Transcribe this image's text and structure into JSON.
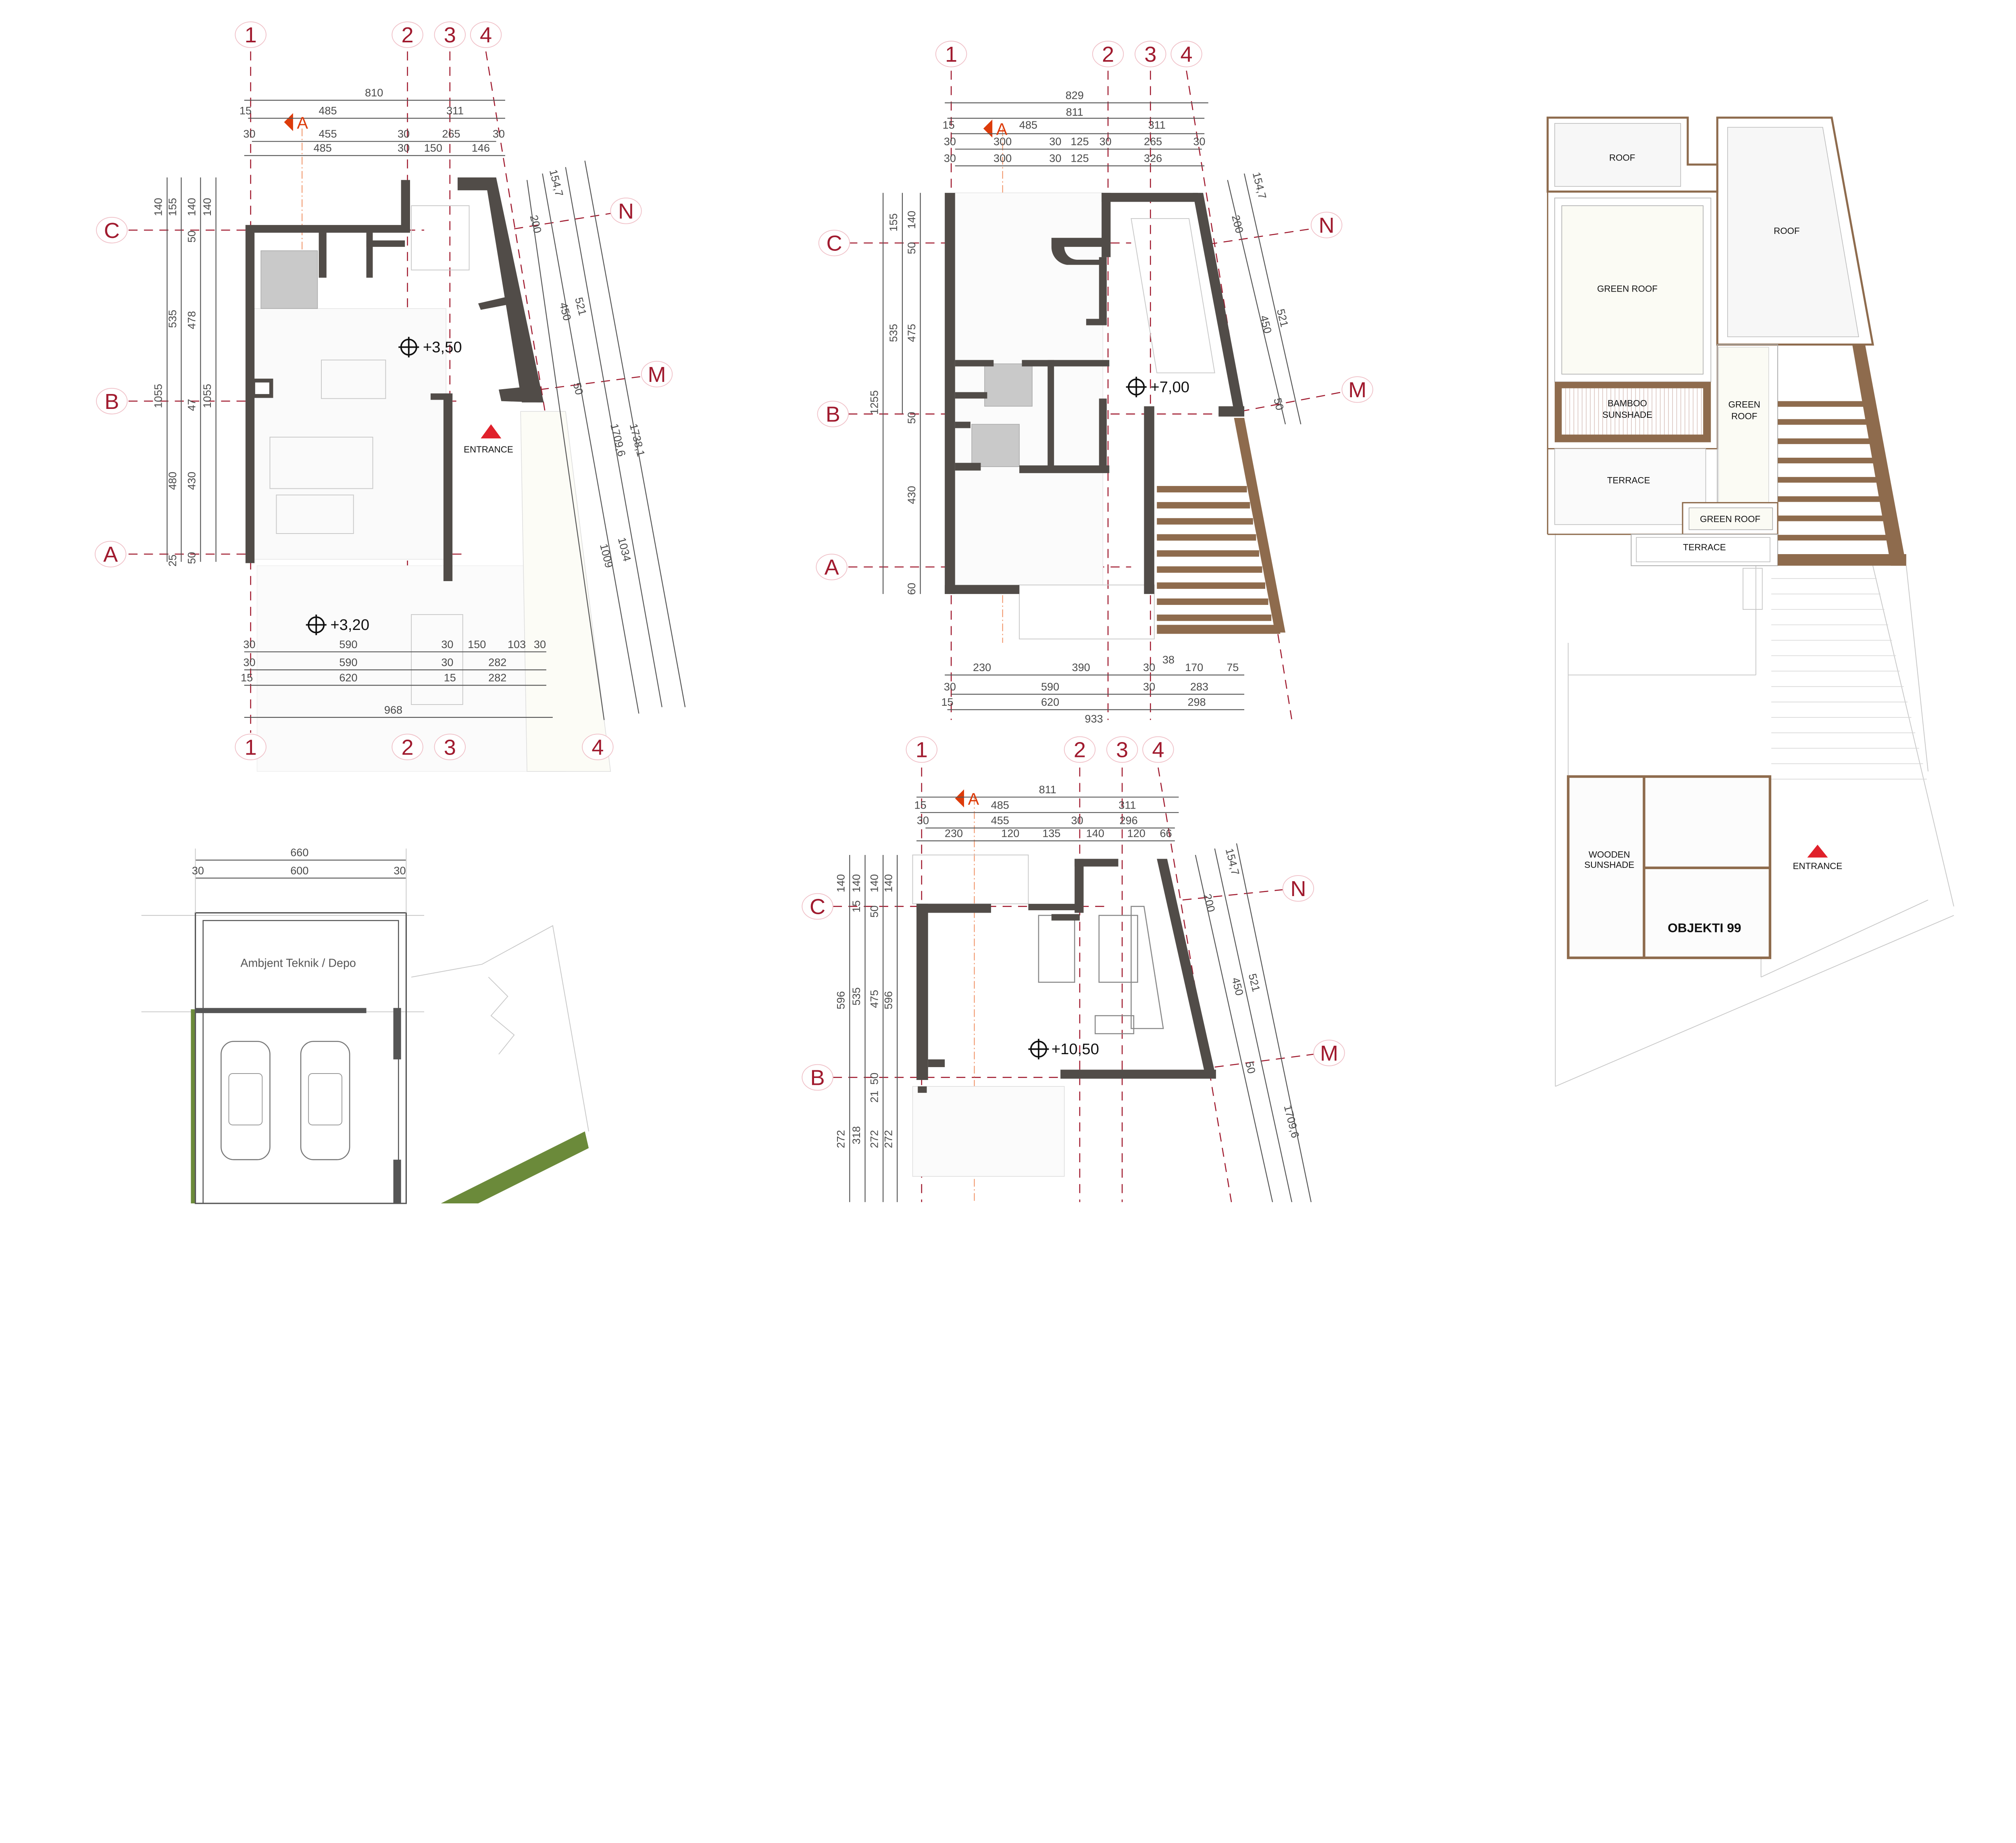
{
  "plans": [
    {
      "level": "+3,50",
      "level_lower": "+3,20",
      "entrance": "ENTRANCE",
      "section_marker": "A",
      "grid_top": [
        "1",
        "2",
        "3",
        "4"
      ],
      "grid_bottom": [
        "1",
        "2",
        "3",
        "4"
      ],
      "grid_side": [
        "C",
        "B",
        "A",
        "N",
        "M"
      ],
      "dims_top": [
        "810",
        "15",
        "485",
        "311",
        "30",
        "455",
        "30",
        "265",
        "30",
        "485",
        "30",
        "150",
        "146"
      ],
      "dims_left": [
        "140",
        "1055",
        "155",
        "535",
        "480",
        "25",
        "140",
        "50",
        "478",
        "47",
        "430",
        "50",
        "140",
        "1055"
      ],
      "dims_slanted": [
        "200",
        "154,7",
        "450",
        "521",
        "50",
        "1709,6",
        "1738,1",
        "1009",
        "1034"
      ],
      "dims_bottom": [
        "30",
        "590",
        "30",
        "150",
        "103",
        "30",
        "30",
        "590",
        "30",
        "282",
        "15",
        "620",
        "15",
        "282",
        "968"
      ]
    },
    {
      "level": "+7,00",
      "section_marker": "A",
      "grid_top": [
        "1",
        "2",
        "3",
        "4"
      ],
      "grid_side": [
        "C",
        "B",
        "A",
        "N",
        "M"
      ],
      "dims_top": [
        "829",
        "811",
        "15",
        "485",
        "311",
        "30",
        "300",
        "30",
        "125",
        "30",
        "265",
        "30",
        "30",
        "300",
        "30",
        "125",
        "326"
      ],
      "dims_left": [
        "1255",
        "155",
        "535",
        "140",
        "50",
        "475",
        "50",
        "430",
        "60"
      ],
      "dims_slanted": [
        "200",
        "154,7",
        "450",
        "521",
        "50"
      ],
      "dims_bottom": [
        "230",
        "390",
        "30",
        "38",
        "170",
        "75",
        "30",
        "590",
        "30",
        "283",
        "15",
        "620",
        "298",
        "933"
      ]
    },
    {
      "level": "+10,50",
      "section_marker": "A",
      "grid_top": [
        "1",
        "2",
        "3",
        "4"
      ],
      "grid_side": [
        "C",
        "B",
        "N",
        "M"
      ],
      "dims_top": [
        "811",
        "15",
        "485",
        "311",
        "30",
        "455",
        "30",
        "296",
        "230",
        "120",
        "135",
        "140",
        "120",
        "66"
      ],
      "dims_left": [
        "140",
        "596",
        "272",
        "140",
        "15",
        "535",
        "318",
        "140",
        "50",
        "475",
        "50",
        "21",
        "272",
        "140",
        "596",
        "272"
      ],
      "dims_slanted": [
        "200",
        "154,7",
        "450",
        "521",
        "50",
        "1709,6"
      ]
    }
  ],
  "garage": {
    "room_label": "Ambjent Teknik / Depo",
    "dims": [
      "660",
      "30",
      "600",
      "30"
    ]
  },
  "roof_plan": {
    "labels": {
      "roof_left": "ROOF",
      "roof_right": "ROOF",
      "green_roof_main": "GREEN  ROOF",
      "bamboo_1": "BAMBOO",
      "bamboo_2": "SUNSHADE",
      "green_roof_v1": "GREEN",
      "green_roof_v2": "ROOF",
      "terrace_1": "TERRACE",
      "green_roof_small": "GREEN  ROOF",
      "terrace_2": "TERRACE",
      "wooden_1": "WOODEN",
      "wooden_2": "SUNSHADE",
      "entrance": "ENTRANCE",
      "project": "OBJEKTI 99"
    }
  },
  "colors": {
    "wall": "#514c48",
    "grid": "#a01a2e",
    "wood": "#8e6b4d",
    "green": "#6b8a3a",
    "marker": "#dd3b0a",
    "entrance": "#e0212b"
  }
}
